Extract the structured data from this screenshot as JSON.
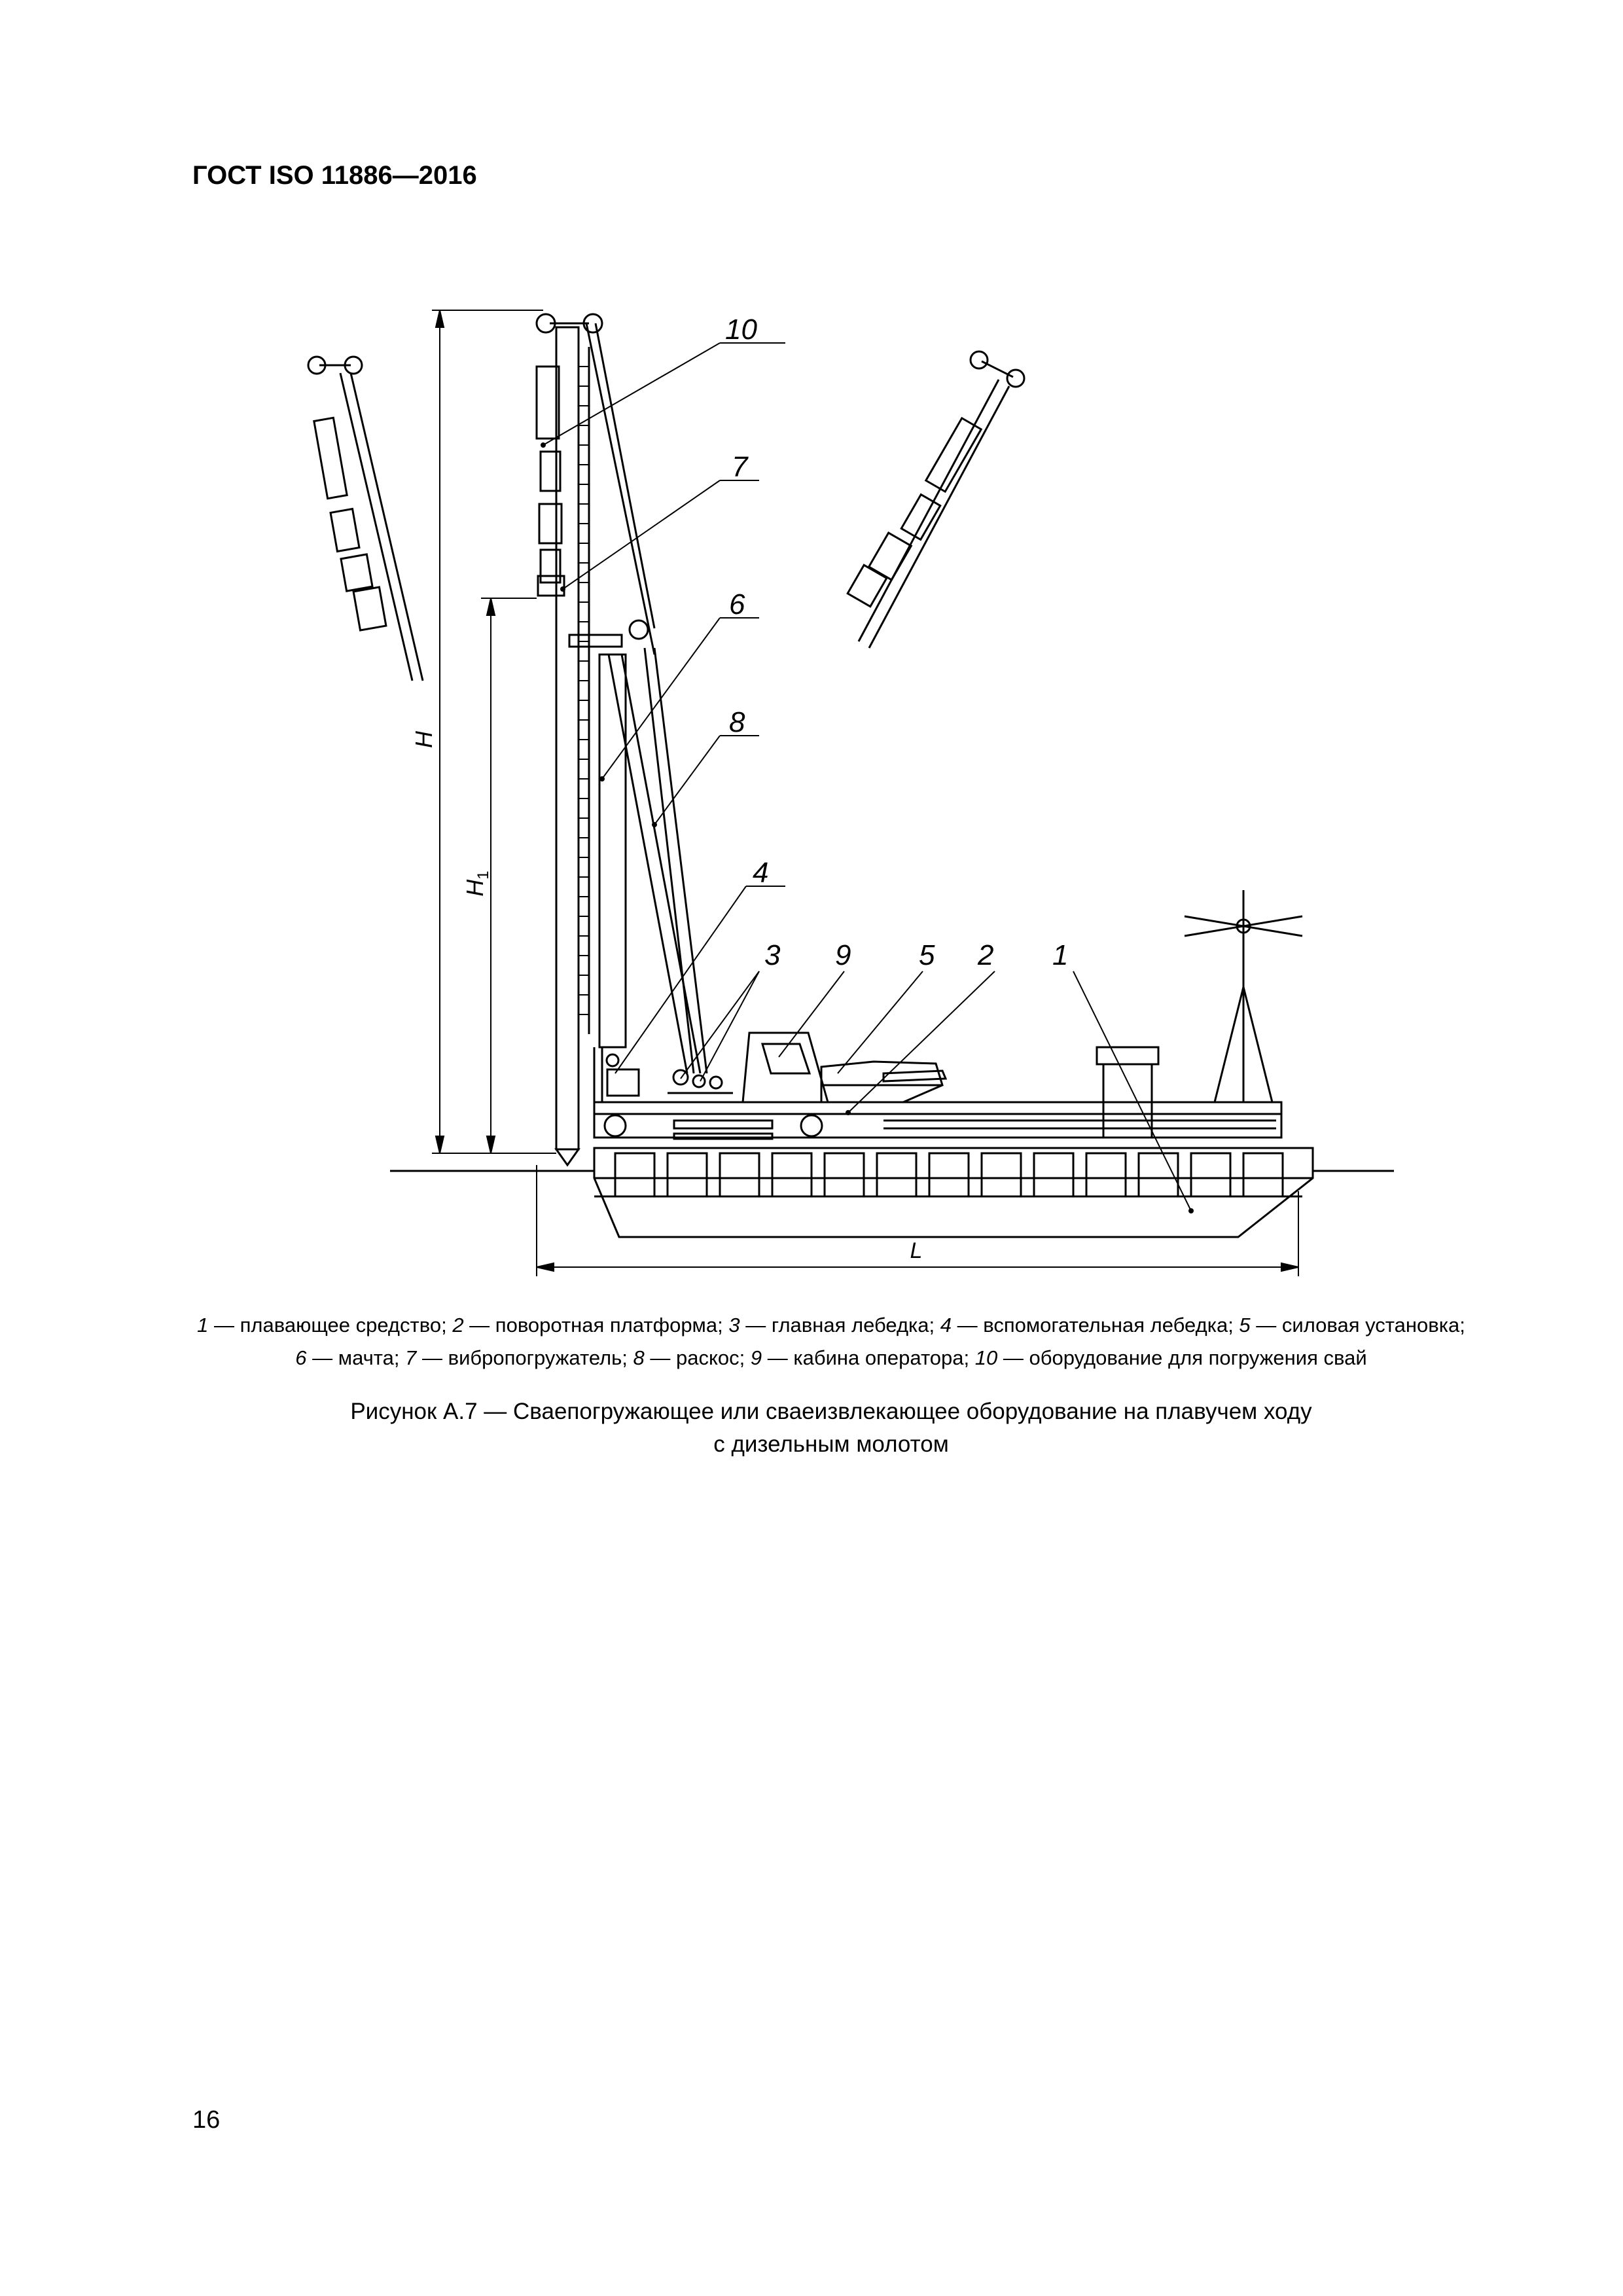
{
  "header": {
    "standard": "ГОСТ ISO 11886—2016"
  },
  "figure": {
    "callouts": [
      "1",
      "2",
      "3",
      "4",
      "5",
      "6",
      "7",
      "8",
      "9",
      "10"
    ],
    "dimensions": {
      "height": "H",
      "height1": "H",
      "height1_sub": "1",
      "length": "L"
    }
  },
  "legend": {
    "items": [
      {
        "num": "1",
        "text": " — плавающее средство; "
      },
      {
        "num": "2",
        "text": " — поворотная платформа; "
      },
      {
        "num": "3",
        "text": " — главная лебедка; "
      },
      {
        "num": "4",
        "text": " — вспомогательная лебедка; "
      },
      {
        "num": "5",
        "text": " — силовая установка; "
      },
      {
        "num": "6",
        "text": " — мачта; "
      },
      {
        "num": "7",
        "text": " — вибропогружатель; "
      },
      {
        "num": "8",
        "text": " — раскос; "
      },
      {
        "num": "9",
        "text": " — кабина оператора; "
      },
      {
        "num": "10",
        "text": " — оборудование для погружения свай"
      }
    ]
  },
  "caption": {
    "line1": "Рисунок А.7 — Сваепогружающее или сваеизвлекающее оборудование на плавучем ходу",
    "line2": "с дизельным молотом"
  },
  "page_number": "16"
}
